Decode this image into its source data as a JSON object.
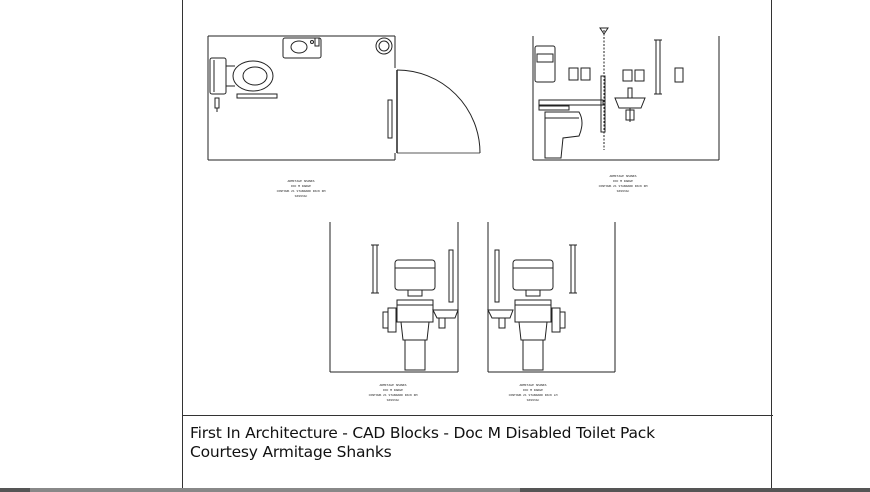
{
  "title_block": {
    "line1": "First In Architecture - CAD Blocks - Doc M Disabled Toilet Pack",
    "line2": "Courtesy Armitage Shanks"
  },
  "drawings": {
    "plan": {
      "label1": "ARMITAGE SHANKS",
      "label2": "DOC M RANGE",
      "label3": "CONTOUR 21 STANDARD PACK RH",
      "label4": "S6993AC"
    },
    "side_elevation": {
      "label1": "ARMITAGE SHANKS",
      "label2": "DOC M RANGE",
      "label3": "CONTOUR 21 STANDARD PACK RH",
      "label4": "S6993AC"
    },
    "front_elevation_left": {
      "label1": "ARMITAGE SHANKS",
      "label2": "DOC M RANGE",
      "label3": "CONTOUR 21 STANDARD PACK RH",
      "label4": "S6993AC"
    },
    "front_elevation_right": {
      "label1": "ARMITAGE SHANKS",
      "label2": "DOC M RANGE",
      "label3": "CONTOUR 21 STANDARD PACK LH",
      "label4": "S6993AC"
    }
  },
  "colors": {
    "line": "#222222",
    "background": "#ffffff",
    "border": "#333333"
  }
}
